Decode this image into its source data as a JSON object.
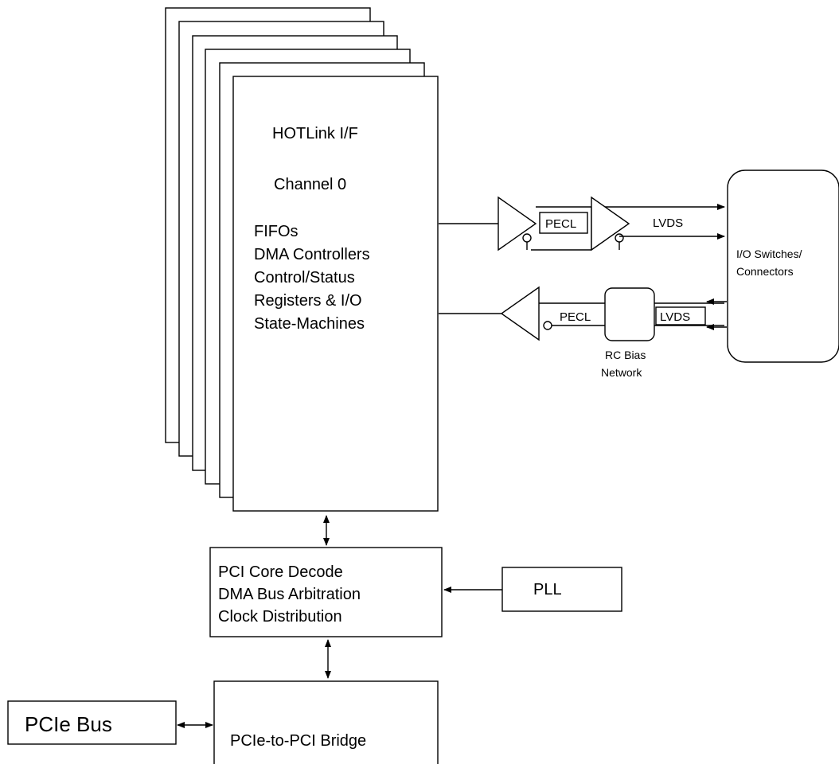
{
  "channel_block": {
    "title": "HOTLink I/F",
    "channel": "Channel 0",
    "functions": [
      "FIFOs",
      "DMA Controllers",
      "Control/Status",
      "Registers & I/O",
      "State-Machines"
    ]
  },
  "tx_path": {
    "pecl_label": "PECL",
    "lvds_label": "LVDS"
  },
  "rx_path": {
    "pecl_label": "PECL",
    "lvds_label": "LVDS",
    "bias_label": [
      "RC Bias",
      "Network"
    ]
  },
  "io_block": {
    "lines": [
      "I/O Switches/",
      "Connectors"
    ]
  },
  "pci_core": {
    "lines": [
      "PCI Core Decode",
      "DMA Bus Arbitration",
      "Clock Distribution"
    ]
  },
  "pll": {
    "label": "PLL"
  },
  "bridge": {
    "label": "PCIe-to-PCI Bridge"
  },
  "pcie_bus": {
    "label": "PCIe Bus"
  }
}
